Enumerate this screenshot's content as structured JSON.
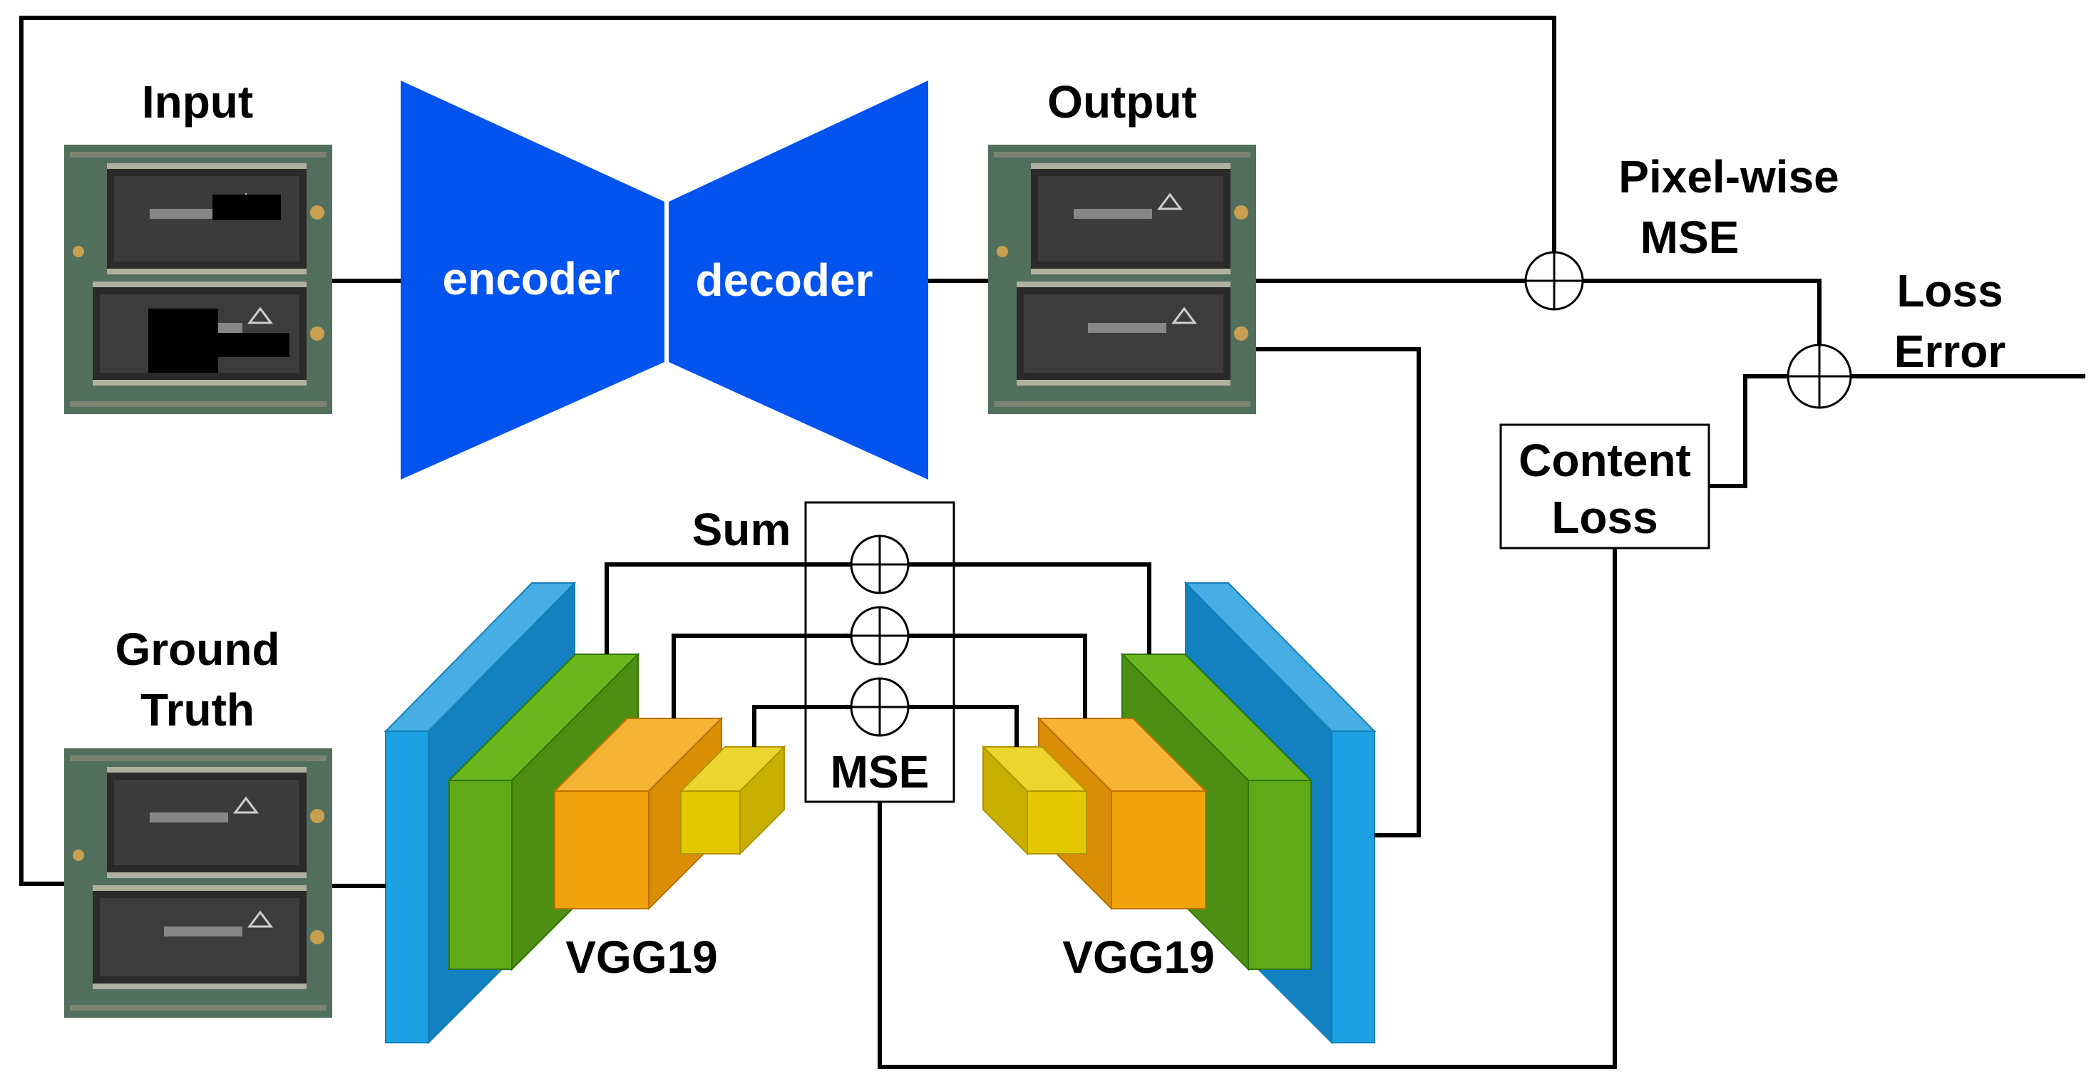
{
  "labels": {
    "input": "Input",
    "output": "Output",
    "ground_truth_line1": "Ground",
    "ground_truth_line2": "Truth",
    "encoder": "encoder",
    "decoder": "decoder",
    "pixelwise_line1": "Pixel-wise",
    "pixelwise_line2": "MSE",
    "loss_line1": "Loss",
    "loss_line2": "Error",
    "content_line1": "Content",
    "content_line2": "Loss",
    "sum": "Sum",
    "mse": "MSE",
    "vgg_left": "VGG19",
    "vgg_right": "VGG19"
  },
  "colors": {
    "autoencoder": "#0353ee",
    "vgg_blue": "#1ba1e2",
    "vgg_green": "#60a917",
    "vgg_orange": "#f0a30a",
    "vgg_yellow": "#e3c800",
    "pcb_board": "#4f6b59"
  }
}
